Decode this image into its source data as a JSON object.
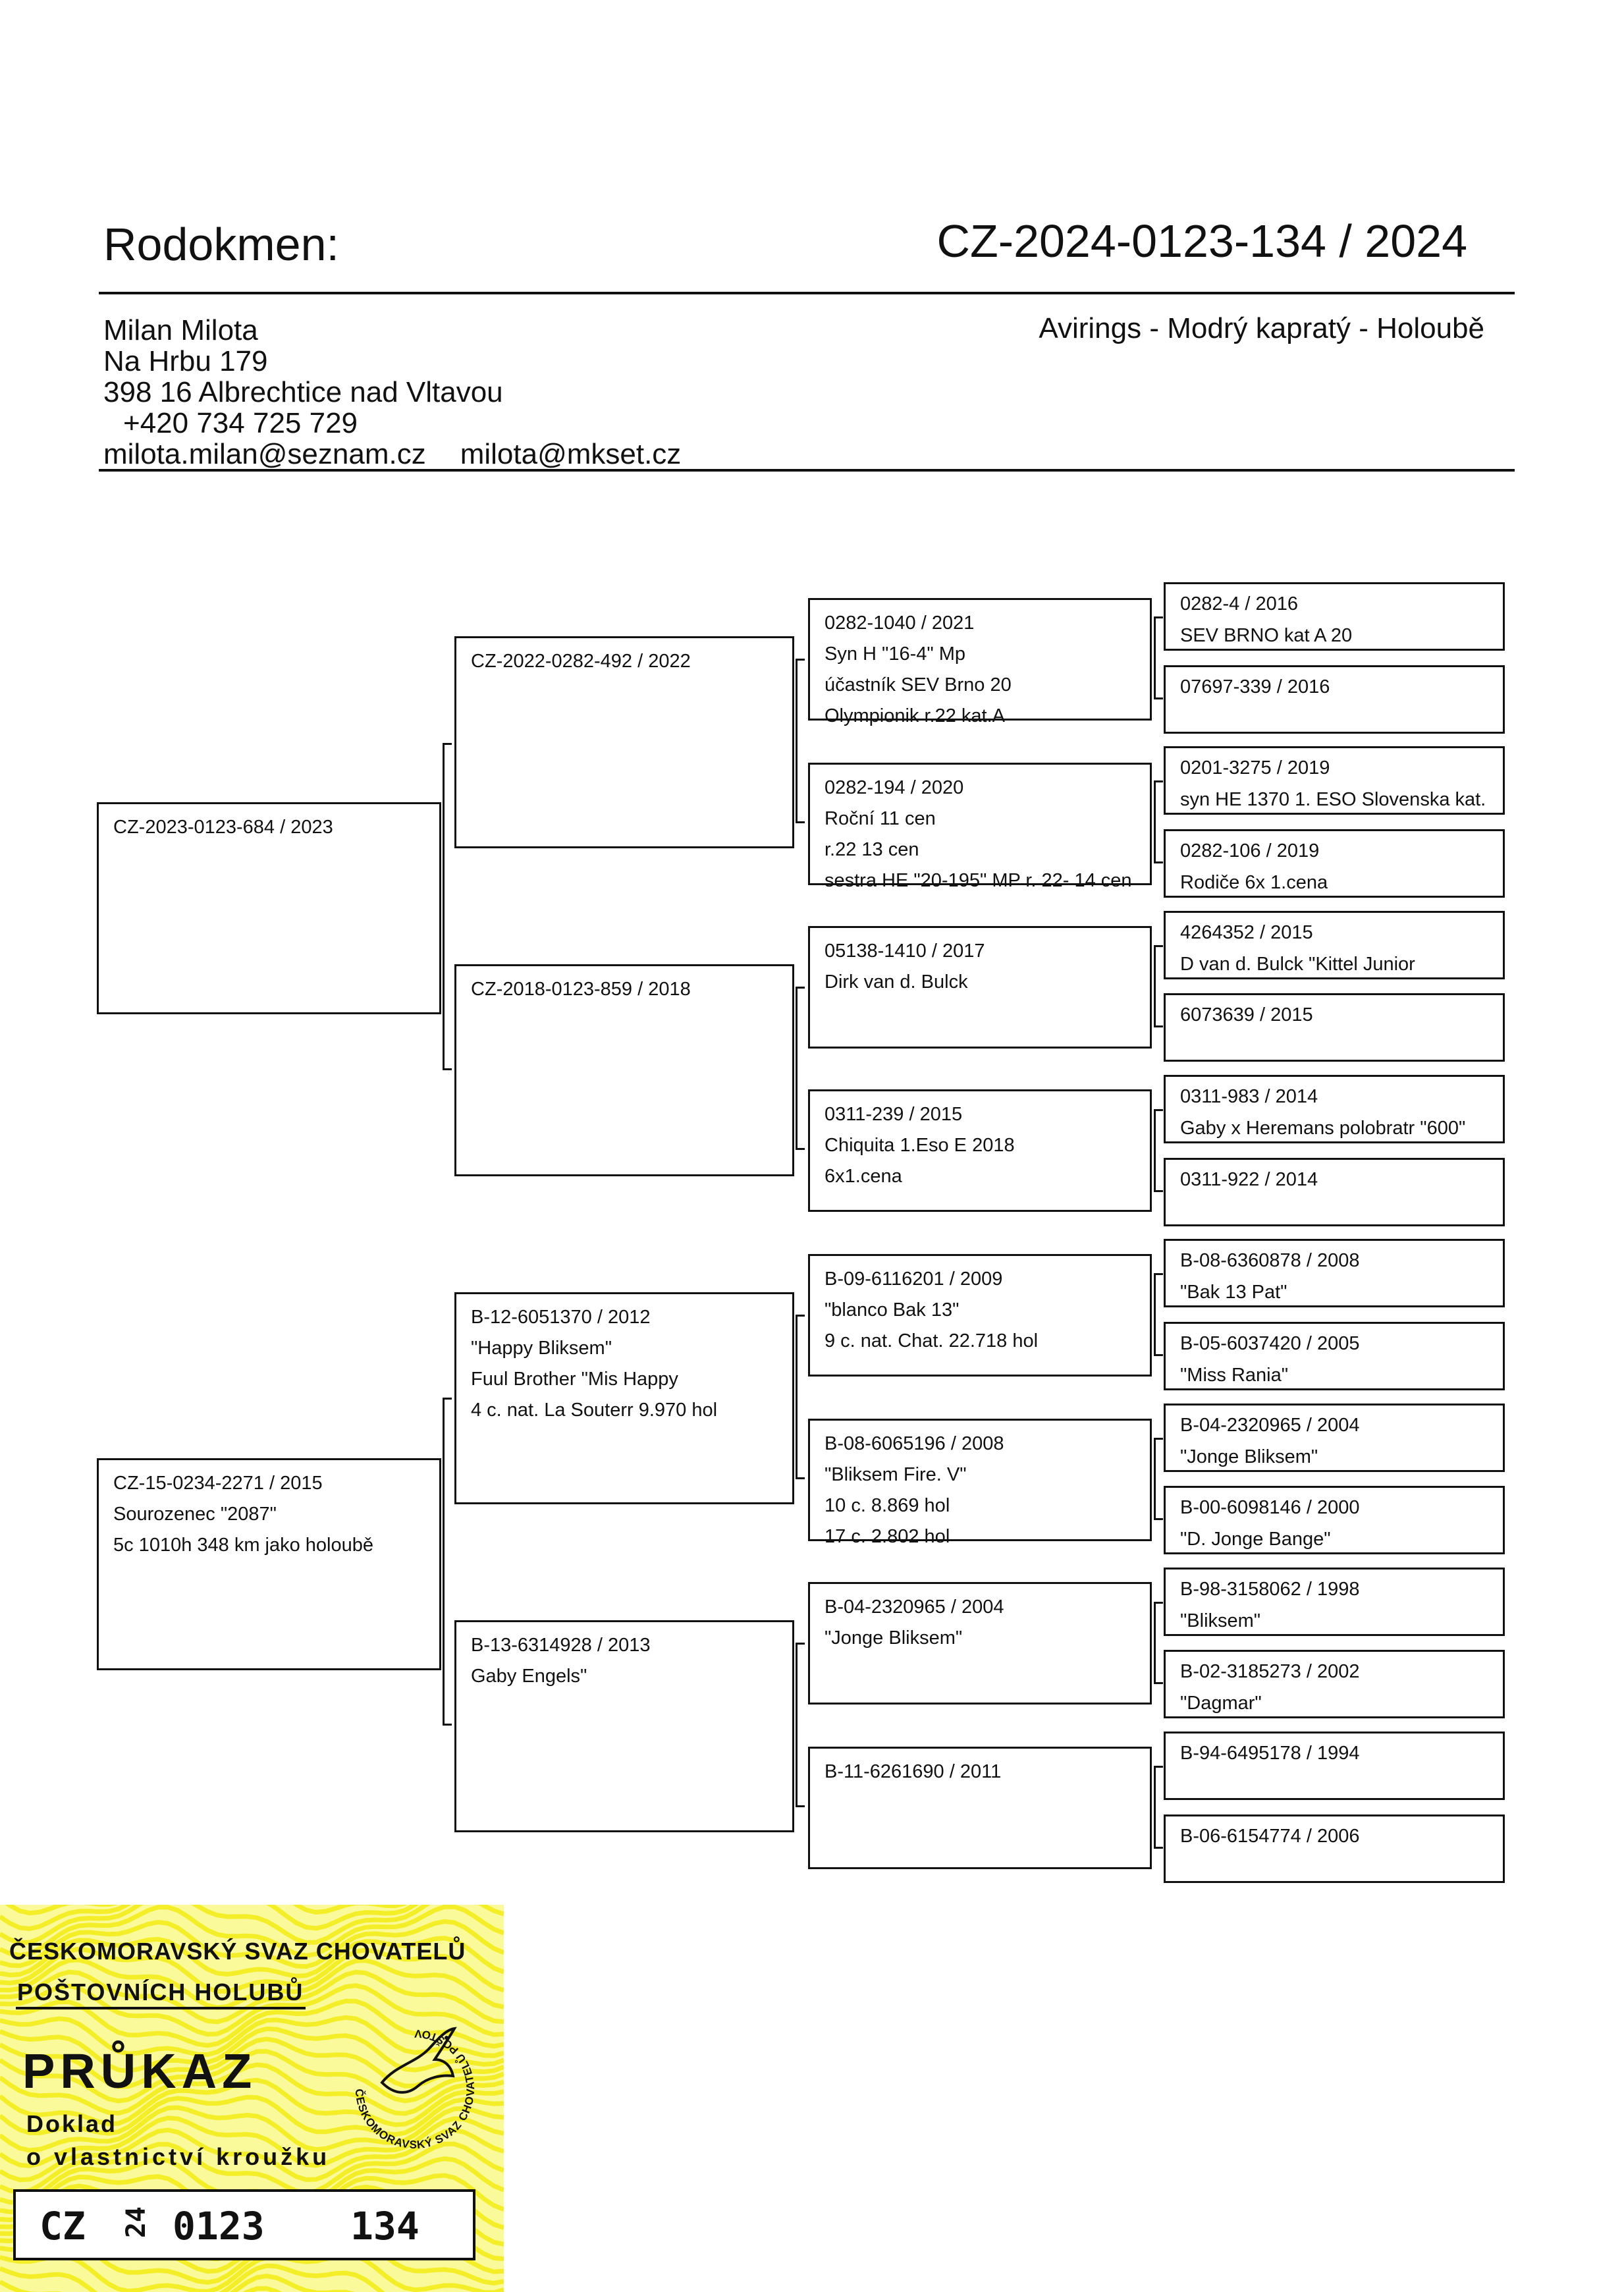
{
  "header": {
    "title": "Rodokmen:",
    "ring_id": "CZ-2024-0123-134 / 2024",
    "breed": "Avirings - Modrý kapratý - Holoubě"
  },
  "owner": {
    "name": "Milan Milota",
    "street": "Na Hrbu 179",
    "city": "398 16 Albrechtice nad Vltavou",
    "phone": "+420 734 725 729",
    "email1": "milota.milan@seznam.cz",
    "email2": "milota@mkset.cz"
  },
  "pedigree": {
    "parents": [
      {
        "lines": [
          "CZ-2023-0123-684 / 2023"
        ]
      },
      {
        "lines": [
          "CZ-15-0234-2271 / 2015",
          "Sourozenec \"2087\"",
          "5c 1010h  348 km jako holoubě"
        ]
      }
    ],
    "grandparents": [
      {
        "lines": [
          "CZ-2022-0282-492 / 2022"
        ]
      },
      {
        "lines": [
          "CZ-2018-0123-859 / 2018"
        ]
      },
      {
        "lines": [
          "B-12-6051370 / 2012",
          "\"Happy Bliksem\"",
          "Fuul Brother \"Mis Happy",
          "4 c. nat. La Souterr 9.970 hol"
        ]
      },
      {
        "lines": [
          "B-13-6314928 / 2013",
          "Gaby Engels\""
        ]
      }
    ],
    "great_grandparents": [
      {
        "lines": [
          "0282-1040 / 2021",
          "Syn H \"16-4\" Mp",
          "účastník SEV Brno 20",
          "Olympionik r.22 kat.A"
        ]
      },
      {
        "lines": [
          "0282-194 / 2020",
          "Roční 11 cen",
          "r.22 13 cen",
          "sestra HE \"20-195\" MP r. 22- 14 cen"
        ]
      },
      {
        "lines": [
          "05138-1410 / 2017",
          "Dirk van d. Bulck"
        ]
      },
      {
        "lines": [
          "0311-239 / 2015",
          "Chiquita 1.Eso E 2018",
          "6x1.cena"
        ]
      },
      {
        "lines": [
          "B-09-6116201 / 2009",
          "\"blanco Bak 13\"",
          "9 c. nat. Chat. 22.718 hol"
        ]
      },
      {
        "lines": [
          "B-08-6065196 / 2008",
          "\"Bliksem Fire. V\"",
          "10 c. 8.869 hol",
          "17 c. 2.802 hol"
        ]
      },
      {
        "lines": [
          "B-04-2320965 / 2004",
          "\"Jonge Bliksem\""
        ]
      },
      {
        "lines": [
          "B-11-6261690 / 2011"
        ]
      }
    ],
    "gen4": [
      {
        "lines": [
          "0282-4 / 2016",
          "SEV BRNO kat A 20"
        ]
      },
      {
        "lines": [
          "07697-339 / 2016"
        ]
      },
      {
        "lines": [
          "0201-3275 / 2019",
          "syn HE 1370 1. ESO Slovenska kat."
        ]
      },
      {
        "lines": [
          "0282-106 / 2019",
          "Rodiče 6x 1.cena"
        ]
      },
      {
        "lines": [
          "4264352 / 2015",
          "D van d. Bulck \"Kittel Junior"
        ]
      },
      {
        "lines": [
          "6073639 / 2015"
        ]
      },
      {
        "lines": [
          "0311-983 / 2014",
          "Gaby x Heremans polobratr \"600\""
        ]
      },
      {
        "lines": [
          "0311-922 / 2014"
        ]
      },
      {
        "lines": [
          "B-08-6360878 / 2008",
          "\"Bak 13 Pat\""
        ]
      },
      {
        "lines": [
          "B-05-6037420 / 2005",
          "\"Miss Rania\""
        ]
      },
      {
        "lines": [
          "B-04-2320965 / 2004",
          "\"Jonge Bliksem\""
        ]
      },
      {
        "lines": [
          "B-00-6098146 / 2000",
          "\"D. Jonge Bange\""
        ]
      },
      {
        "lines": [
          "B-98-3158062 / 1998",
          "\"Bliksem\""
        ]
      },
      {
        "lines": [
          "B-02-3185273 / 2002",
          "\"Dagmar\""
        ]
      },
      {
        "lines": [
          "B-94-6495178 / 1994"
        ]
      },
      {
        "lines": [
          "B-06-6154774 / 2006"
        ]
      }
    ]
  },
  "card": {
    "org_line1": "ČESKOMORAVSKÝ SVAZ CHOVATELŮ",
    "org_line2": "POŠTOVNÍCH HOLUBŮ",
    "title": "PRŮKAZ",
    "subtitle1": "Doklad",
    "subtitle2": "o vlastnictví kroužku",
    "ring": {
      "country": "CZ",
      "year": "24",
      "number": "0123",
      "serial": "134"
    },
    "seal_text": "ČESKOMORAVSKÝ SVAZ CHOVATELŮ POŠTOVNÍCH HOLUBŮ"
  }
}
